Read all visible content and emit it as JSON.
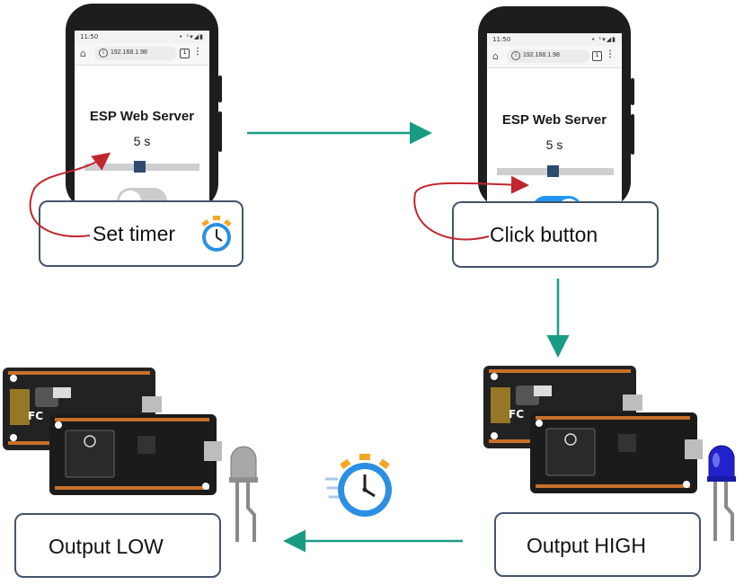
{
  "phone_left": {
    "status_time": "11:50",
    "status_icons": "• ¹▾◢▮",
    "url": "192.168.1.98",
    "tab_count": "1",
    "title": "ESP Web Server",
    "timer_value": "5 s",
    "slider_level_percent": 45,
    "toggle_state": "off"
  },
  "phone_right": {
    "status_time": "11:50",
    "status_icons": "• ¹▾◢▮",
    "url": "192.168.1.98",
    "tab_count": "1",
    "title": "ESP Web Server",
    "timer_value": "5 s",
    "slider_level_percent": 45,
    "toggle_state": "on"
  },
  "labels": {
    "set_timer": "Set timer",
    "click_button": "Click button",
    "output_low": "Output LOW",
    "output_high": "Output HIGH"
  },
  "colors": {
    "flow_arrow": "#1a9c84",
    "pointer_arrow": "#c0262d",
    "toggle_on": "#2196f3",
    "toggle_off": "#cccccc",
    "slider_thumb": "#2e4a6f",
    "led_off": "#9a9a9a",
    "led_on": "#2222cc",
    "label_border": "#44546a"
  },
  "icons": [
    "stopwatch-icon",
    "board-icon",
    "led-icon",
    "home-icon",
    "info-icon",
    "menu-icon"
  ]
}
